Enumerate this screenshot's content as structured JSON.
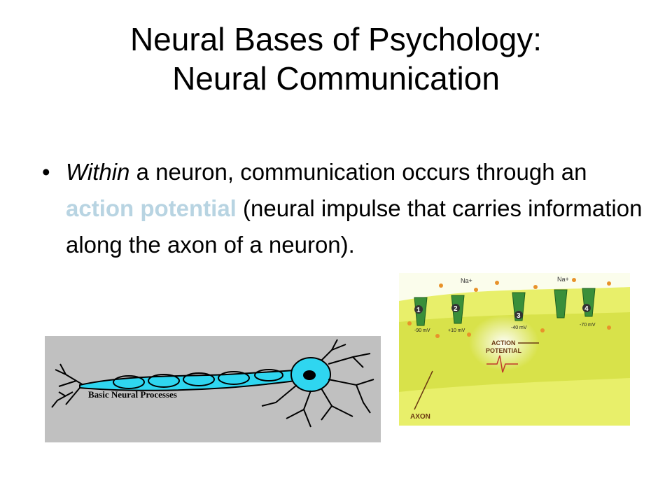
{
  "slide": {
    "title_line1": "Neural Bases of Psychology:",
    "title_line2": "Neural Communication",
    "bullet": {
      "marker": "•",
      "italic_lead": "Within",
      "text_a": " a neuron, communication occurs through an ",
      "highlight": "action potential",
      "text_b": " (neural impulse that carries information along the axon of a neuron)."
    },
    "figure_neuron": {
      "caption": "Basic Neural Processes"
    },
    "figure_axon": {
      "ion_label": "Na+",
      "step_labels": [
        "1",
        "2",
        "3",
        "4"
      ],
      "voltages": [
        "-90 mV",
        "+10 mV",
        "-40 mV",
        "-70 mV"
      ],
      "center_label_1": "ACTION",
      "center_label_2": "POTENTIAL",
      "axon_label": "AXON"
    },
    "colors": {
      "highlight": "#b8d4e2",
      "axon_bg": "#e8ef6a",
      "channel": "#3a8f3a",
      "dendrite_fill": "#2fd6f0"
    }
  }
}
